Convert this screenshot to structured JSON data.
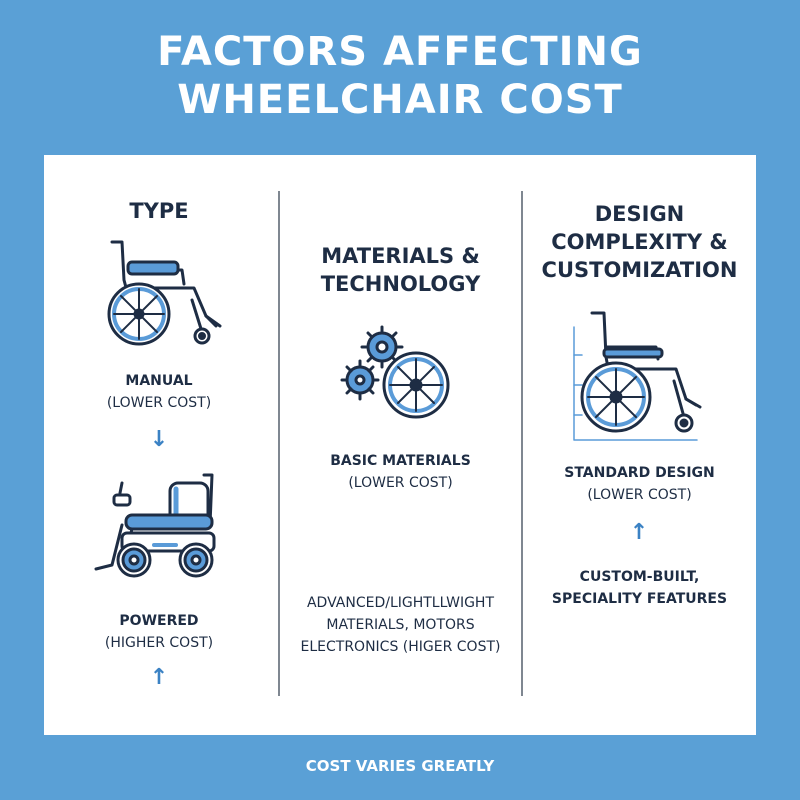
{
  "title": {
    "line1": "FACTORS AFFECTING",
    "line2": "WHEELCHAIR COST"
  },
  "columns": {
    "type": {
      "title": "TYPE",
      "manual": {
        "main": "MANUAL",
        "sub": "(LOWER COST)"
      },
      "arrow_down": "↓",
      "powered": {
        "main": "POWERED",
        "sub": "(HIGHER COST)"
      },
      "arrow_up": "↑",
      "icons": [
        "manual-wheelchair-icon",
        "powered-wheelchair-icon"
      ]
    },
    "materials": {
      "title_line1": "MATERIALS &",
      "title_line2": "TECHNOLOGY",
      "basic": {
        "main": "BASIC MATERIALS",
        "sub": "(LOWER COST)"
      },
      "advanced": {
        "line1": "ADVANCED/LIGHTLLWIGHT",
        "line2": "MATERIALS, MOTORS",
        "line3": "ELECTRONICS (HIGER COST)"
      },
      "icons": [
        "gears-wheel-icon"
      ]
    },
    "design": {
      "title_line1": "DESIGN",
      "title_line2": "COMPLEXITY &",
      "title_line3": "CUSTOMIZATION",
      "standard": {
        "main": "STANDARD DESIGN",
        "sub": "(LOWER COST)"
      },
      "arrow_up": "↑",
      "custom": {
        "line1": "CUSTOM-BUILT,",
        "line2": "SPECIALITY FEATURES"
      },
      "icons": [
        "custom-wheelchair-icon"
      ]
    }
  },
  "footer": "COST VARIES GREATLY",
  "colors": {
    "background": "#5aa0d6",
    "panel": "#ffffff",
    "text": "#1e2d44",
    "accent": "#3b82c4",
    "icon_fill": "#5a9bd8"
  }
}
